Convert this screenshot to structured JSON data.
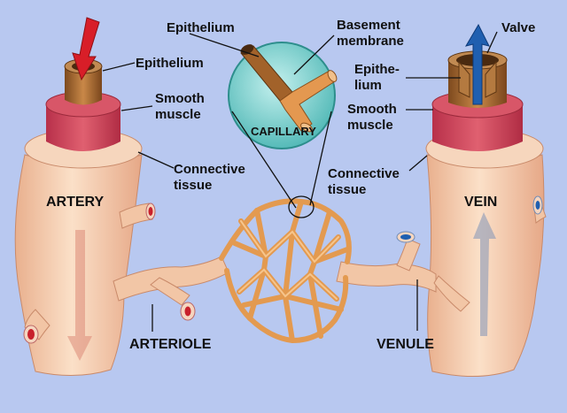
{
  "labels": {
    "epithelium_top": "Epithelium",
    "basement_membrane_1": "Basement",
    "basement_membrane_2": "membrane",
    "valve": "Valve",
    "epithelium_artery": "Epithelium",
    "epithelium_vein_1": "Epithe-",
    "epithelium_vein_2": "lium",
    "smooth_muscle_artery_1": "Smooth",
    "smooth_muscle_artery_2": "muscle",
    "smooth_muscle_vein_1": "Smooth",
    "smooth_muscle_vein_2": "muscle",
    "capillary": "CAPILLARY",
    "connective_tissue_artery_1": "Connective",
    "connective_tissue_artery_2": "tissue",
    "connective_tissue_vein_1": "Connective",
    "connective_tissue_vein_2": "tissue",
    "artery": "ARTERY",
    "vein": "VEIN",
    "arteriole": "ARTERIOLE",
    "venule": "VENULE"
  },
  "colors": {
    "background": "#b8c8f0",
    "vessel_tissue": "#f3c9a8",
    "smooth_muscle": "#d0485a",
    "capillary_net": "#e9a15a",
    "epithelium": "#a4672e",
    "arterial_blood": "#d0202a",
    "venous_blood": "#1f5fb0",
    "inset_circle": "#7fd3d0"
  }
}
